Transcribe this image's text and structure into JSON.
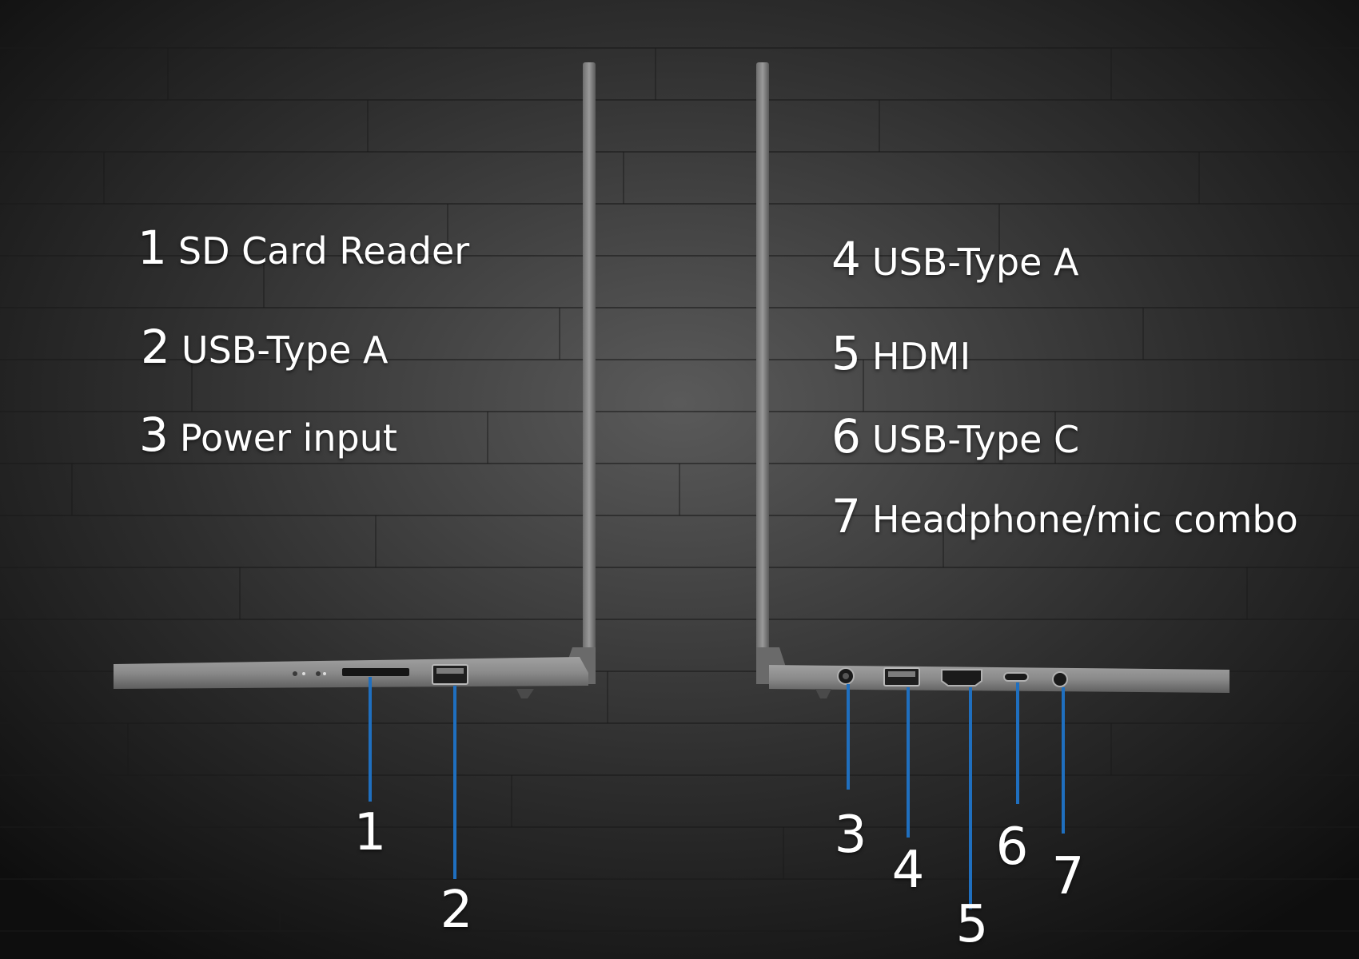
{
  "legend_left": [
    {
      "num": "1",
      "label": "SD Card Reader"
    },
    {
      "num": "2",
      "label": "USB-Type A"
    },
    {
      "num": "3",
      "label": "Power input"
    }
  ],
  "legend_right": [
    {
      "num": "4",
      "label": "USB-Type A"
    },
    {
      "num": "5",
      "label": "HDMI"
    },
    {
      "num": "6",
      "label": "USB-Type C"
    },
    {
      "num": "7",
      "label": "Headphone/mic combo"
    }
  ],
  "callouts_left": [
    "1",
    "2"
  ],
  "callouts_right": [
    "3",
    "4",
    "5",
    "6",
    "7"
  ],
  "colors": {
    "background": "#2a2a2a",
    "laptop_body": "#8a8a8a",
    "leader_line": "#1f6fbf",
    "text": "#ffffff"
  }
}
